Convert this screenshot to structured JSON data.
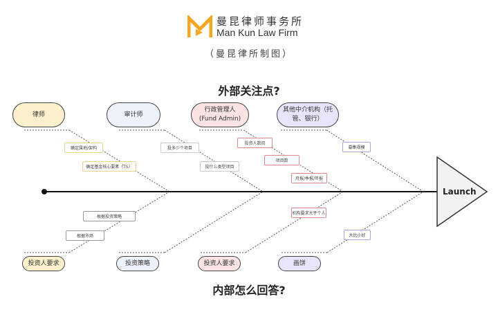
{
  "header": {
    "firm_name_cn": "曼昆律师事务所",
    "firm_name_en": "Man Kun Law Firm",
    "subtitle": "（曼昆律所制图）",
    "logo_color": "#F5A623"
  },
  "top_heading": "外部关注点?",
  "bottom_heading": "内部怎么回答?",
  "outcome": "Launch",
  "top_categories": [
    {
      "label": "律师",
      "color": "#FDF0CC",
      "tag_border": "#E8D596",
      "causes": [
        "确定属地/架构",
        "确定基金核心要素（TS）"
      ]
    },
    {
      "label": "审计师",
      "color": "#EEF2FA",
      "tag_border": "#cccccc",
      "causes": [
        "投多少个项目",
        "投什么类型项目"
      ]
    },
    {
      "label": "行政管理人\n(Fund Admin)",
      "color": "#FBE3E3",
      "tag_border": "#D98A8A",
      "causes": [
        "投资人数目",
        "项目数",
        "月报/季报/年报"
      ]
    },
    {
      "label": "其他中介机构（托管、银行）",
      "color": "#E8E5FA",
      "tag_border": "#A9A3DD",
      "causes": [
        "募集规模"
      ]
    }
  ],
  "bottom_categories": [
    {
      "label": "投资人要求",
      "color": "#FDF0CC",
      "tag_border": "#999999",
      "causes": [
        "根据投资策略",
        "根据市场"
      ]
    },
    {
      "label": "投资策略",
      "color": "#EEF2FA",
      "tag_border": "#cccccc",
      "causes": []
    },
    {
      "label": "投资人要求",
      "color": "#FBE3E3",
      "tag_border": "#D98A8A",
      "causes": [
        "机构要求大于个人"
      ]
    },
    {
      "label": "画饼",
      "color": "#E8E5FA",
      "tag_border": "#A9A3DD",
      "causes": [
        "大比小好"
      ]
    }
  ]
}
